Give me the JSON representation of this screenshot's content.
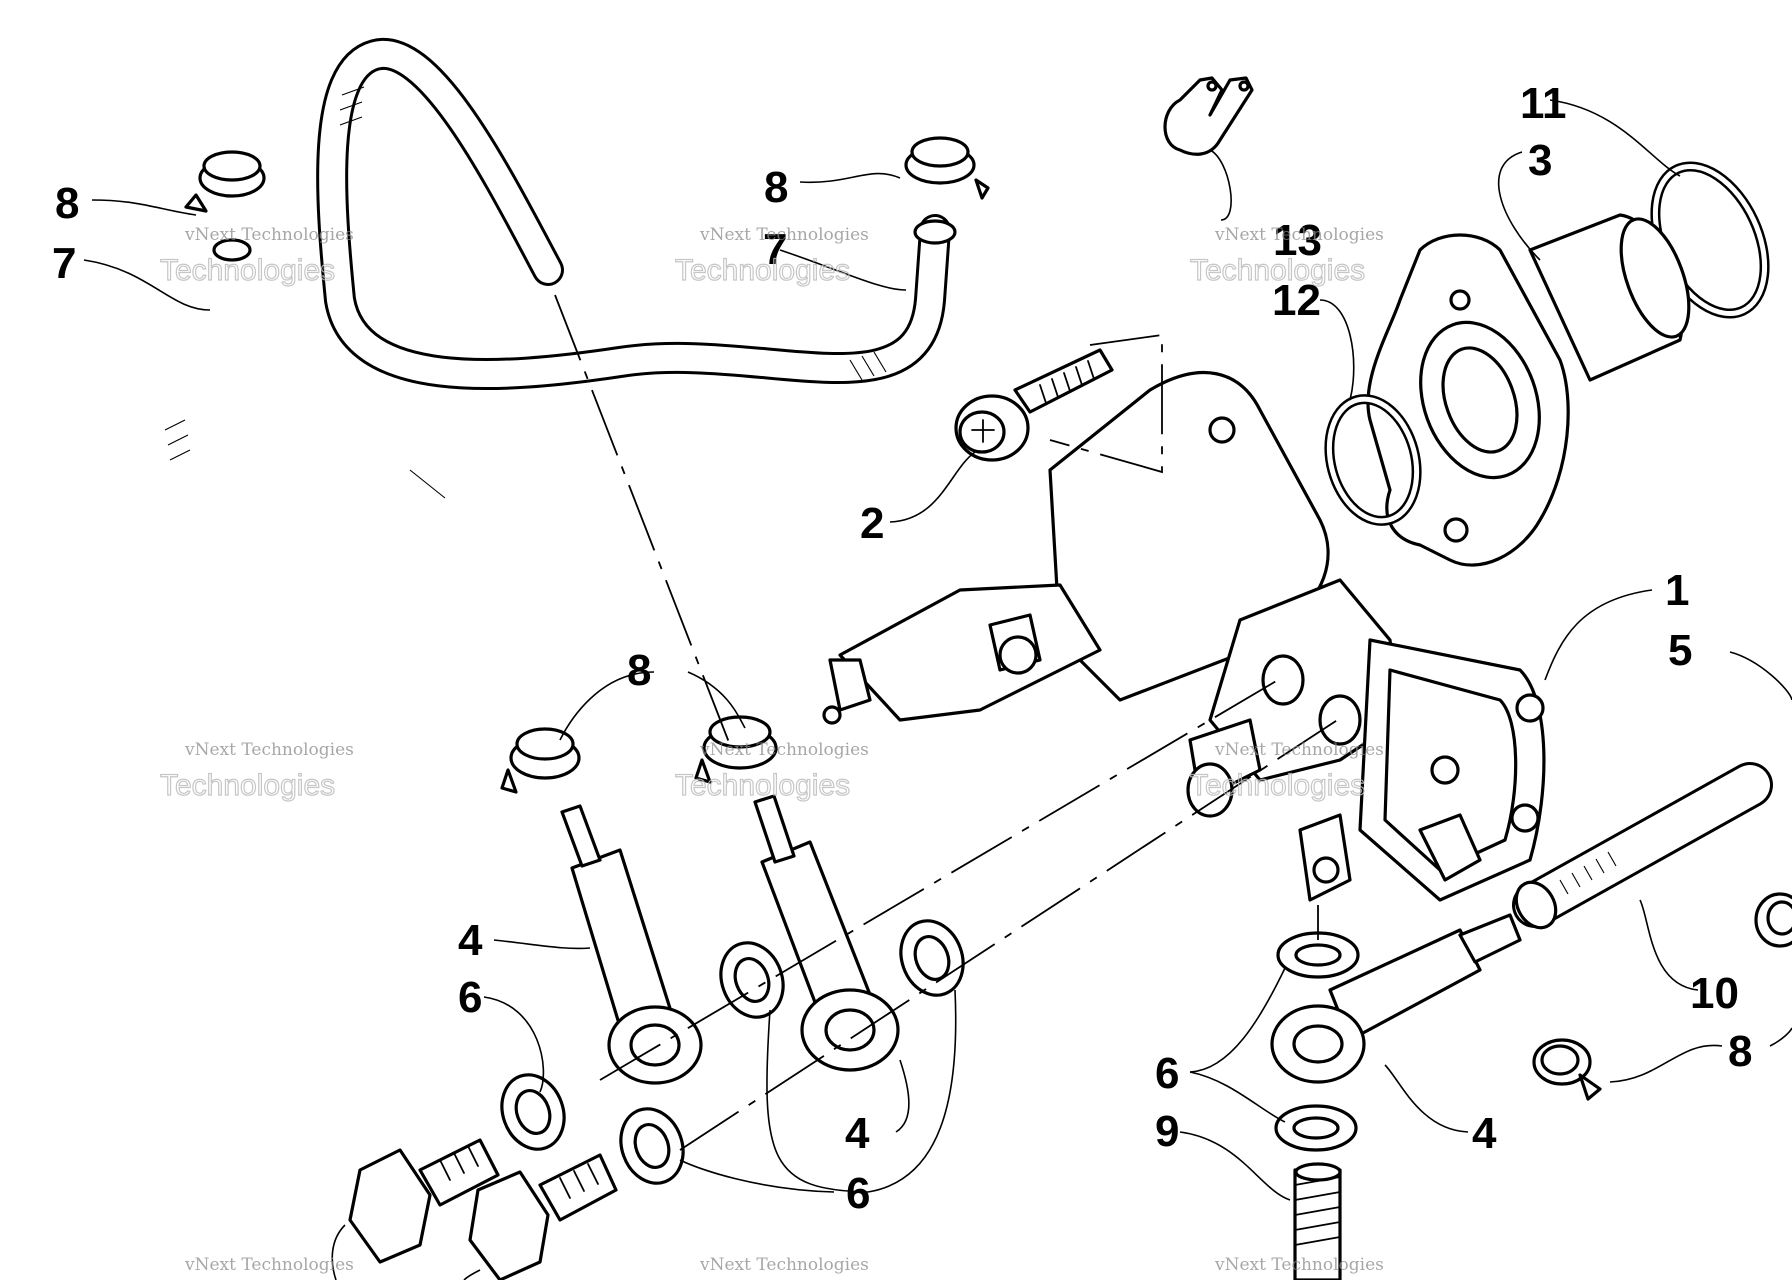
{
  "diagram": {
    "callouts": [
      {
        "id": "c1",
        "text": "1"
      },
      {
        "id": "c2",
        "text": "2"
      },
      {
        "id": "c3",
        "text": "3"
      },
      {
        "id": "c4a",
        "text": "4"
      },
      {
        "id": "c4b",
        "text": "4"
      },
      {
        "id": "c4c",
        "text": "4"
      },
      {
        "id": "c5",
        "text": "5"
      },
      {
        "id": "c6a",
        "text": "6"
      },
      {
        "id": "c6b",
        "text": "6"
      },
      {
        "id": "c6c",
        "text": "6"
      },
      {
        "id": "c7a",
        "text": "7"
      },
      {
        "id": "c7b",
        "text": "7"
      },
      {
        "id": "c8a",
        "text": "8"
      },
      {
        "id": "c8b",
        "text": "8"
      },
      {
        "id": "c8c",
        "text": "8"
      },
      {
        "id": "c8d",
        "text": "8"
      },
      {
        "id": "c9",
        "text": "9"
      },
      {
        "id": "c10",
        "text": "10"
      },
      {
        "id": "c11",
        "text": "11"
      },
      {
        "id": "c12",
        "text": "12"
      },
      {
        "id": "c13",
        "text": "13"
      }
    ],
    "watermark": {
      "line1": "vNext Technologies",
      "line2": "Technologies"
    }
  }
}
